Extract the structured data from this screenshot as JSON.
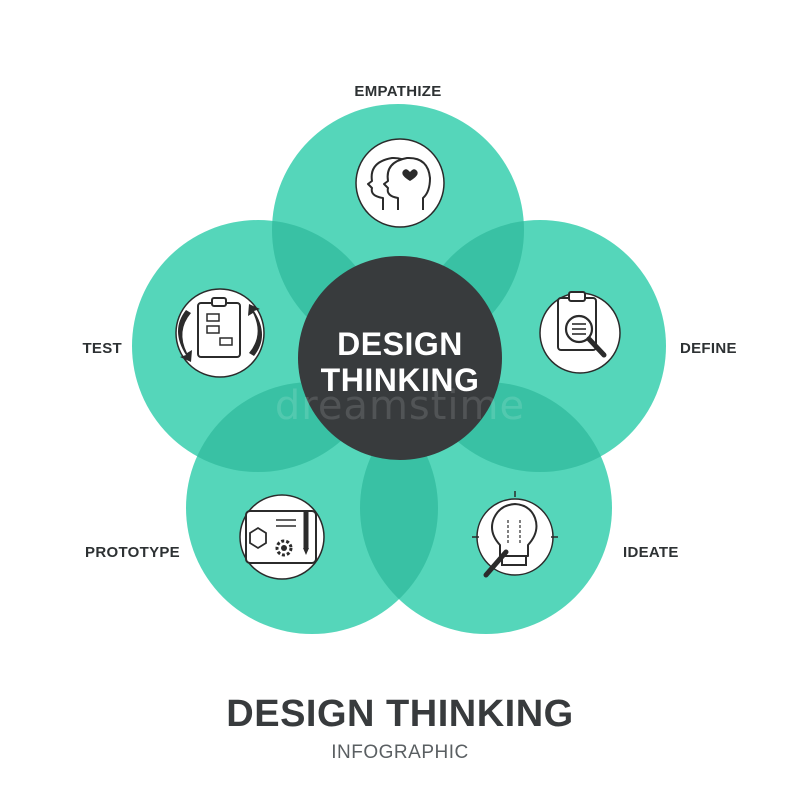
{
  "colors": {
    "petal": "#3dd0b0",
    "petal_overlap": "#35b094",
    "center": "#383b3d",
    "text_dark": "#2d3133",
    "icon_stroke": "#2b2b2b"
  },
  "center": {
    "line1": "DESIGN",
    "line2": "THINKING"
  },
  "stages": [
    {
      "label": "EMPATHIZE",
      "icon": "two-heads-heart-icon"
    },
    {
      "label": "DEFINE",
      "icon": "clipboard-magnifier-icon"
    },
    {
      "label": "IDEATE",
      "icon": "lightbulb-pencil-icon"
    },
    {
      "label": "PROTOTYPE",
      "icon": "blueprint-gear-pencil-icon"
    },
    {
      "label": "TEST",
      "icon": "flowchart-cycle-arrows-icon"
    }
  ],
  "footer": {
    "title": "DESIGN THINKING",
    "subtitle": "INFOGRAPHIC"
  },
  "watermark": "dreamstime"
}
